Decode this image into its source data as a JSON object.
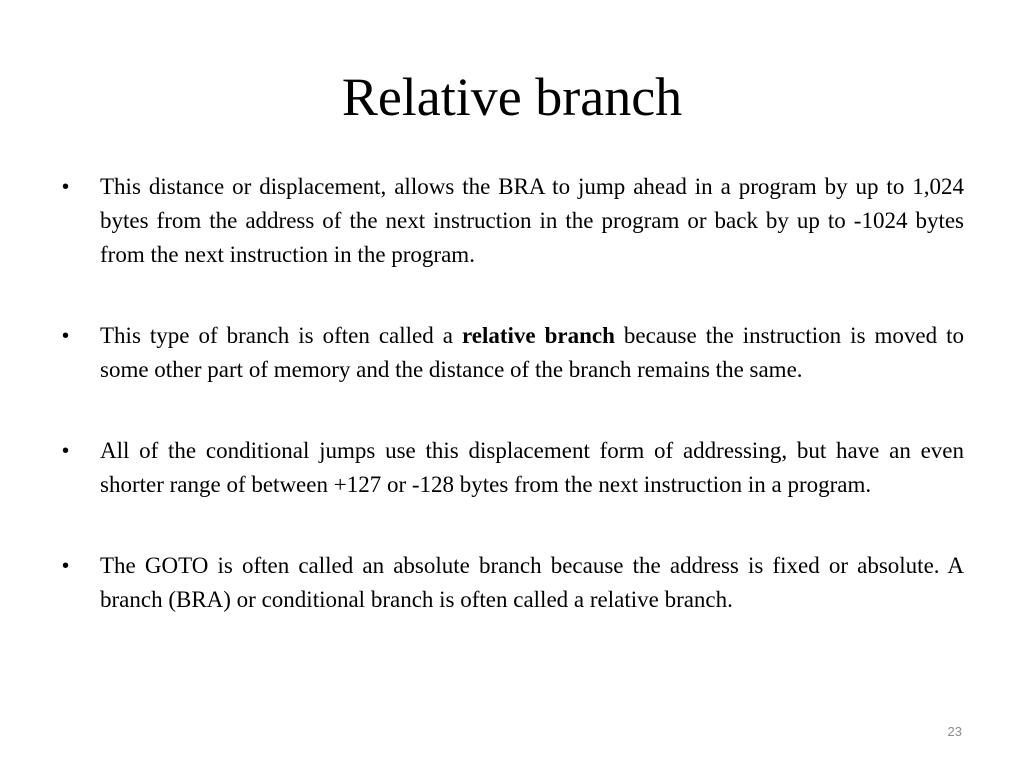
{
  "slide": {
    "title": "Relative branch",
    "page_number": "23",
    "bullet_marker": "•",
    "bullets": [
      {
        "text": "This distance or displacement, allows the BRA to jump ahead in a program by up to 1,024 bytes from the address of the next instruction in the program or back by up to -1024 bytes from the next instruction in the program."
      },
      {
        "before": "This type of branch is often called a ",
        "bold": "relative branch",
        "after": " because the instruction is moved to some other part of memory and the distance of the branch remains the same."
      },
      {
        "text": "All of the conditional jumps use this displacement form of addressing, but have an even shorter range of between +127 or -128 bytes from the next instruction in a program."
      },
      {
        "text": "The GOTO is often called an absolute branch because the address is fixed or absolute. A branch (BRA) or conditional branch is often called a relative branch."
      }
    ]
  }
}
